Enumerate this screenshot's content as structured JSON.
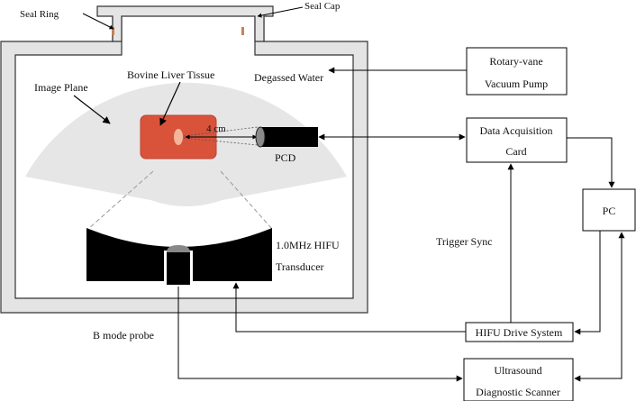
{
  "labels": {
    "seal_ring": "Seal Ring",
    "seal_cap": "Seal Cap",
    "image_plane": "Image Plane",
    "bovine_liver_tissue": "Bovine Liver Tissue",
    "degassed_water": "Degassed Water",
    "distance": "4 cm",
    "pcd": "PCD",
    "transducer_line1": "1.0MHz HIFU",
    "transducer_line2": "Transducer",
    "b_mode_probe": "B mode probe",
    "trigger_sync": "Trigger Sync"
  },
  "boxes": {
    "vacuum_pump_line1": "Rotary-vane",
    "vacuum_pump_line2": "Vacuum Pump",
    "daq_line1": "Data Acquisition",
    "daq_line2": "Card",
    "pc": "PC",
    "hifu_drive": "HIFU Drive System",
    "scanner_line1": "Ultrasound",
    "scanner_line2": "Diagnostic Scanner"
  },
  "colors": {
    "tank_wall": "#e4e4e4",
    "tissue": "#d9533b",
    "focus": "#f4b59c",
    "image_plane": "#e6e6e6",
    "probe_cap": "#888888"
  }
}
